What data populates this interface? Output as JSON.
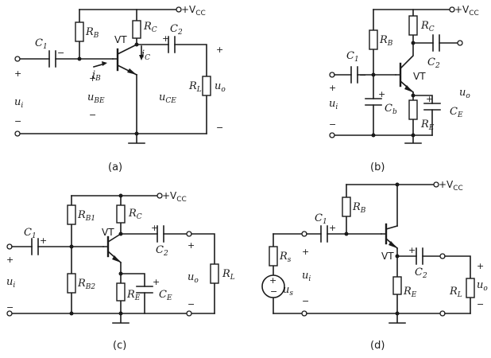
{
  "labels": {
    "vcc": "+V",
    "vcc_sub": "CC",
    "rb": "R",
    "rb_sub": "B",
    "rb1_sub": "B1",
    "rb2_sub": "B2",
    "rc": "R",
    "rc_sub": "C",
    "re": "R",
    "re_sub": "E",
    "rl": "R",
    "rl_sub": "L",
    "rs": "R",
    "rs_sub": "s",
    "c1": "C",
    "c1_sub": "1",
    "c2": "C",
    "c2_sub": "2",
    "cb": "C",
    "cb_sub": "b",
    "ce": "C",
    "ce_sub": "E",
    "vt": "VT",
    "ui": "u",
    "ui_sub": "i",
    "uo": "u",
    "uo_sub": "o",
    "us": "u",
    "us_sub": "s",
    "ube": "u",
    "ube_sub": "BE",
    "uce": "u",
    "uce_sub": "CE",
    "ib": "i",
    "ib_sub": "B",
    "ic": "i",
    "ic_sub": "C",
    "plus": "+",
    "minus": "−"
  },
  "captions": {
    "a": "(a)",
    "b": "(b)",
    "c": "(c)",
    "d": "(d)"
  }
}
